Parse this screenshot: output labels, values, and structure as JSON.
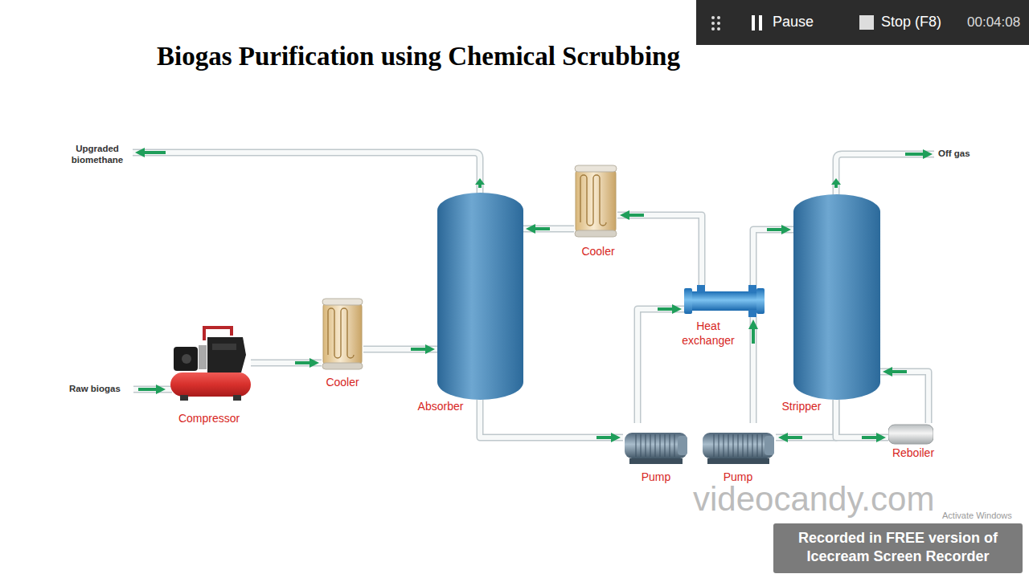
{
  "diagram": {
    "title": "Biogas Purification using Chemical Scrubbing",
    "nodes": [
      {
        "text": [
          "Compressor"
        ]
      },
      {
        "text": [
          "Cooler"
        ]
      },
      {
        "text": [
          "Absorber"
        ]
      },
      {
        "text": [
          "Cooler"
        ]
      },
      {
        "text": [
          "Heat exchanger"
        ]
      },
      {
        "text": [
          "Stripper"
        ]
      },
      {
        "text": [
          "Pump"
        ]
      },
      {
        "text": [
          "Pump"
        ]
      },
      {
        "text": [
          "Reboiler"
        ]
      }
    ],
    "edges": [
      {
        "from": 0,
        "to": 1,
        "arrow": "to"
      },
      {
        "from": 1,
        "to": 2,
        "arrow": "to"
      },
      {
        "from": 2,
        "to": 6,
        "arrow": "to"
      },
      {
        "from": 6,
        "to": 4,
        "arrow": "to"
      },
      {
        "from": 4,
        "to": 5,
        "arrow": "to"
      },
      {
        "from": 7,
        "to": 4,
        "arrow": "to"
      },
      {
        "from": 4,
        "to": 3,
        "arrow": "to"
      },
      {
        "from": 3,
        "to": 2,
        "arrow": "to"
      },
      {
        "from": 5,
        "to": 7,
        "arrow": "to"
      },
      {
        "from": 5,
        "to": 8,
        "arrow": "to"
      },
      {
        "from": 8,
        "to": 5,
        "arrow": "to"
      }
    ],
    "labels": [
      "Upgraded biomethane",
      "Raw biogas",
      "Off gas",
      "Pause",
      "Stop (F8)",
      "00:04:08",
      "videocandy.com",
      "Recorded in FREE version of Icecream Screen Recorder",
      "Activate Windows"
    ]
  }
}
